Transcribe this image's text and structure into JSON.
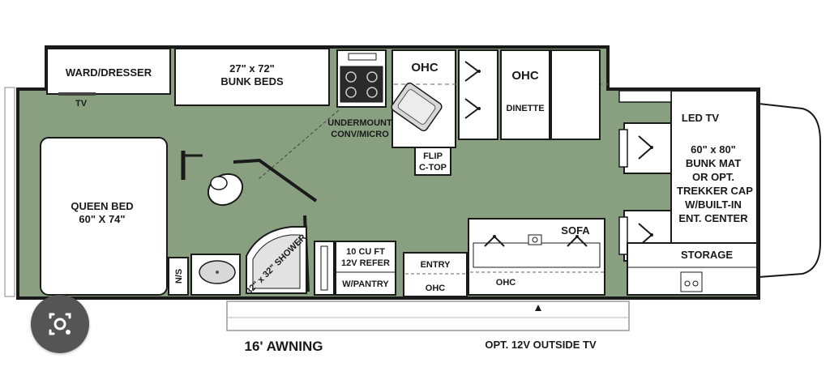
{
  "floorplan": {
    "labels": {
      "ward_dresser": "WARD/DRESSER",
      "tv": "TV",
      "bunk_beds_size": "27\" x 72\"",
      "bunk_beds": "BUNK BEDS",
      "ohc_kitchen": "OHC",
      "ohc_dinette": "OHC",
      "dinette": "DINETTE",
      "undermount_1": "UNDERMOUNT",
      "undermount_2": "CONV/MICRO",
      "flip_1": "FLIP",
      "flip_2": "C-TOP",
      "led_tv": "LED TV",
      "cab_1": "60\" x 80\"",
      "cab_2": "BUNK MAT",
      "cab_3": "OR OPT.",
      "cab_4": "TREKKER CAP",
      "cab_5": "W/BUILT-IN",
      "cab_6": "ENT. CENTER",
      "storage": "STORAGE",
      "queen_bed_1": "QUEEN BED",
      "queen_bed_2": "60\" X 74\"",
      "ns": "N/S",
      "shower": "32\" x 32\" SHOWER",
      "refer_1": "10 CU FT",
      "refer_2": "12V REFER",
      "pantry": "W/PANTRY",
      "entry": "ENTRY",
      "ohc_entry": "OHC",
      "sofa": "SOFA",
      "ohc_sofa": "OHC",
      "awning": "16' AWNING",
      "outside_tv": "OPT. 12V OUTSIDE TV"
    },
    "colors": {
      "floor": "#889f80",
      "wall": "#1a1a1a",
      "fixture": "#ffffff",
      "cab": "#ffffff"
    }
  },
  "lens_button": {
    "icon": "google-lens-icon"
  }
}
